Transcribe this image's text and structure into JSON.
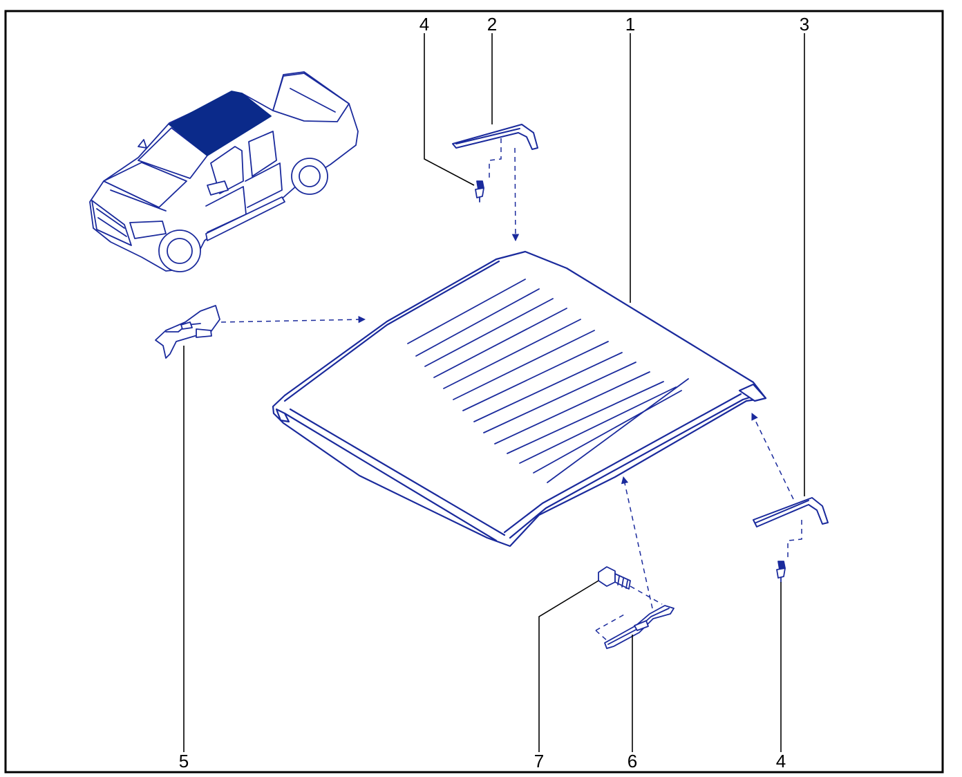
{
  "colors": {
    "line": "#1a2a9c",
    "highlight": "#0b2a8a",
    "frame": "#000000",
    "background": "#ffffff"
  },
  "callouts": {
    "c1": "1",
    "c2": "2",
    "c3": "3",
    "c4_top": "4",
    "c4_bottom": "4",
    "c5": "5",
    "c6": "6",
    "c7": "7"
  }
}
